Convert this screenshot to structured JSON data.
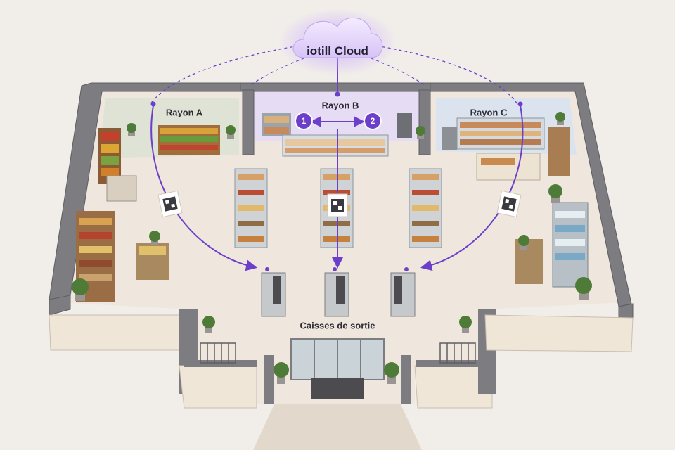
{
  "cloud": {
    "label": "iotill Cloud",
    "icon": "cloud-icon"
  },
  "sections": [
    {
      "id": "a",
      "label": "Rayon A",
      "color": "#dfe3d6"
    },
    {
      "id": "b",
      "label": "Rayon B",
      "color": "#e6dcf4"
    },
    {
      "id": "c",
      "label": "Rayon C",
      "color": "#dbe3ef"
    }
  ],
  "badges": [
    "1",
    "2"
  ],
  "checkout": {
    "label": "Caisses de sortie"
  },
  "colors": {
    "accent": "#6b3fc9",
    "wall": "#7d7c80",
    "floor": "#efe7dd",
    "cloud": "#d8c7f5"
  }
}
